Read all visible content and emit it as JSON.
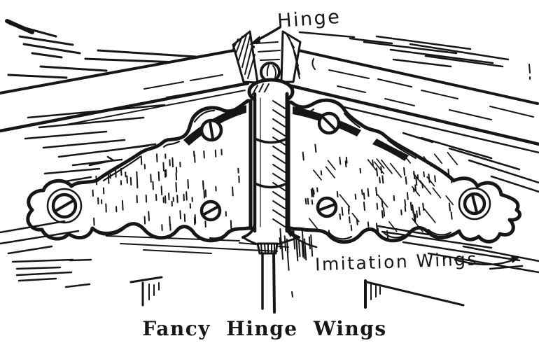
{
  "figure": {
    "labels": {
      "hinge": "Hinge",
      "imitation_wings": "Imitation Wings"
    },
    "caption": "Fancy Hinge Wings",
    "colors": {
      "ink": "#161616",
      "paper": "#ffffff"
    }
  }
}
